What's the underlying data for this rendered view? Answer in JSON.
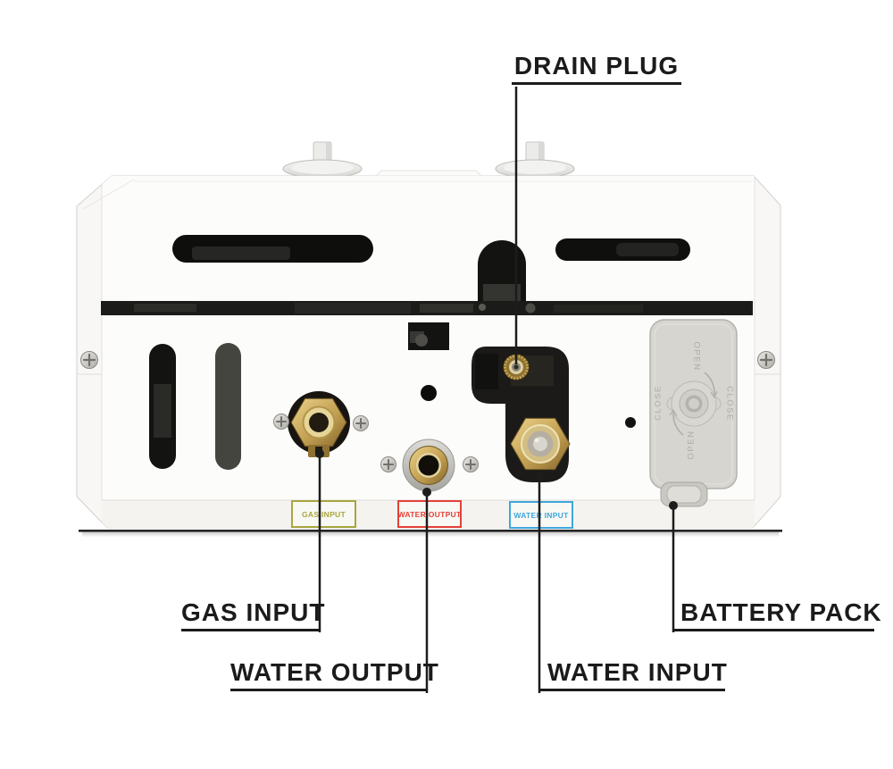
{
  "figure": {
    "callouts": {
      "drain_plug": "DRAIN PLUG",
      "gas_input": "GAS INPUT",
      "water_output": "WATER OUTPUT",
      "water_input": "WATER INPUT",
      "battery_pack": "BATTERY PACK"
    },
    "stickers": {
      "gas_input": {
        "text": "GAS INPUT",
        "color": "#a8a63f"
      },
      "water_output": {
        "text": "WATER OUTPUT",
        "color": "#e54138"
      },
      "water_input": {
        "text": "WATER INPUT",
        "color": "#3ea7dc"
      }
    },
    "battery_door": {
      "open": "OPEN",
      "close": "CLOSE"
    },
    "colors": {
      "ink": "#1b1b1b",
      "body": "#f8f7f5",
      "panel": "#fcfcfb",
      "bottom_strip": "#f4f3f0",
      "brass": "#c3a052",
      "battery_door": "#d6d5d0",
      "vent_dark": "#131312"
    }
  }
}
